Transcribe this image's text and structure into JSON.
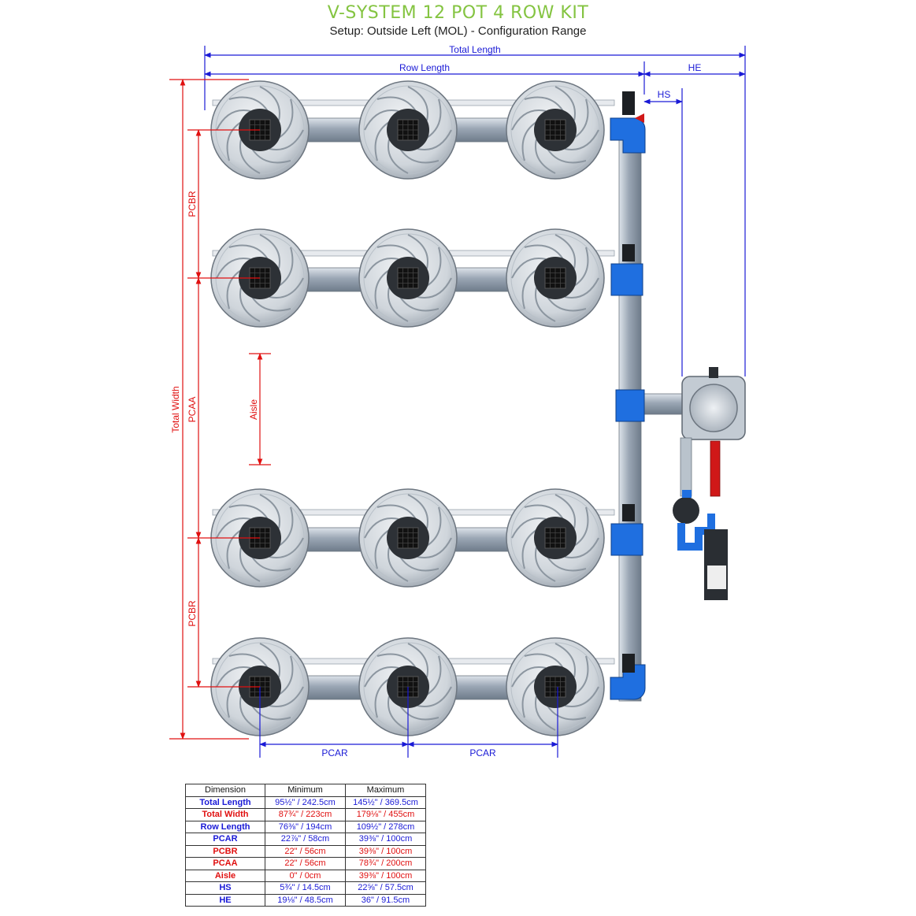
{
  "header": {
    "title": "V-SYSTEM 12 POT 4 ROW KIT",
    "subtitle": "Setup: Outside Left (MOL) - Configuration Range"
  },
  "dimension_labels": {
    "total_length": "Total Length",
    "row_length": "Row Length",
    "he": "HE",
    "hs": "HS",
    "total_width": "Total Width",
    "pcbr": "PCBR",
    "pcaa": "PCAA",
    "aisle": "Aisle",
    "pcar": "PCAR"
  },
  "colors": {
    "title_green": "#84c441",
    "dimension_blue": "#1a1ad6",
    "dimension_red": "#e01010",
    "pipe_blue": "#1f6fe0",
    "feed_red": "#d01818"
  },
  "table": {
    "headers": [
      "Dimension",
      "Minimum",
      "Maximum"
    ],
    "rows": [
      {
        "name": "Total Length",
        "min": "95½\" / 242.5cm",
        "max": "145½\" / 369.5cm",
        "color": "blue"
      },
      {
        "name": "Total Width",
        "min": "87¾\" / 223cm",
        "max": "179⅛\" / 455cm",
        "color": "red"
      },
      {
        "name": "Row Length",
        "min": "76⅜\" / 194cm",
        "max": "109½\" / 278cm",
        "color": "blue"
      },
      {
        "name": "PCAR",
        "min": "22⅞\" / 58cm",
        "max": "39⅜\" / 100cm",
        "color": "blue"
      },
      {
        "name": "PCBR",
        "min": "22\" / 56cm",
        "max": "39⅜\" / 100cm",
        "color": "red"
      },
      {
        "name": "PCAA",
        "min": "22\" / 56cm",
        "max": "78¾\" / 200cm",
        "color": "red"
      },
      {
        "name": "Aisle",
        "min": "0\" / 0cm",
        "max": "39⅜\" / 100cm",
        "color": "red"
      },
      {
        "name": "HS",
        "min": "5¾\" / 14.5cm",
        "max": "22⅝\" / 57.5cm",
        "color": "blue"
      },
      {
        "name": "HE",
        "min": "19⅛\" / 48.5cm",
        "max": "36\" / 91.5cm",
        "color": "blue"
      }
    ]
  }
}
